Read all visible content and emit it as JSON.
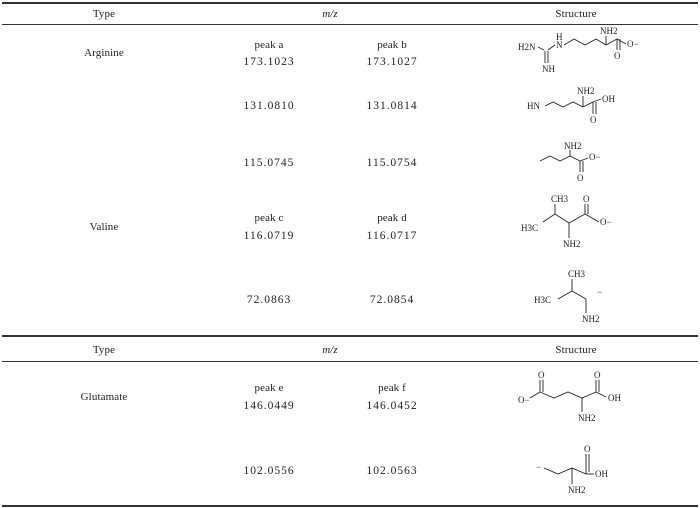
{
  "header": {
    "type": "Type",
    "mz": "m/z",
    "structure": "Structure"
  },
  "section1": {
    "arginine": {
      "type": "Arginine",
      "peak_a_label": "peak a",
      "peak_a_value": "173.1023",
      "peak_b_label": "peak b",
      "peak_b_value": "173.1027",
      "frag2_a": "131.0810",
      "frag2_b": "131.0814",
      "frag3_a": "115.0745",
      "frag3_b": "115.0754"
    },
    "valine": {
      "type": "Valine",
      "peak_c_label": "peak c",
      "peak_c_value": "116.0719",
      "peak_d_label": "peak d",
      "peak_d_value": "116.0717",
      "frag2_c": "72.0863",
      "frag2_d": "72.0854"
    }
  },
  "section2": {
    "glutamate": {
      "type": "Glutamate",
      "peak_e_label": "peak e",
      "peak_e_value": "146.0449",
      "peak_f_label": "peak f",
      "peak_f_value": "146.0452",
      "frag2_e": "102.0556",
      "frag2_f": "102.0563"
    }
  },
  "chem": {
    "h2n": "H2N",
    "h": "H",
    "n": "N",
    "nh": "NH",
    "nh2": "NH2",
    "o": "O",
    "oh": "OH",
    "o_minus": "O−",
    "hn": "HN",
    "ch3": "CH3",
    "h3c": "H3C",
    "minus": "−"
  }
}
